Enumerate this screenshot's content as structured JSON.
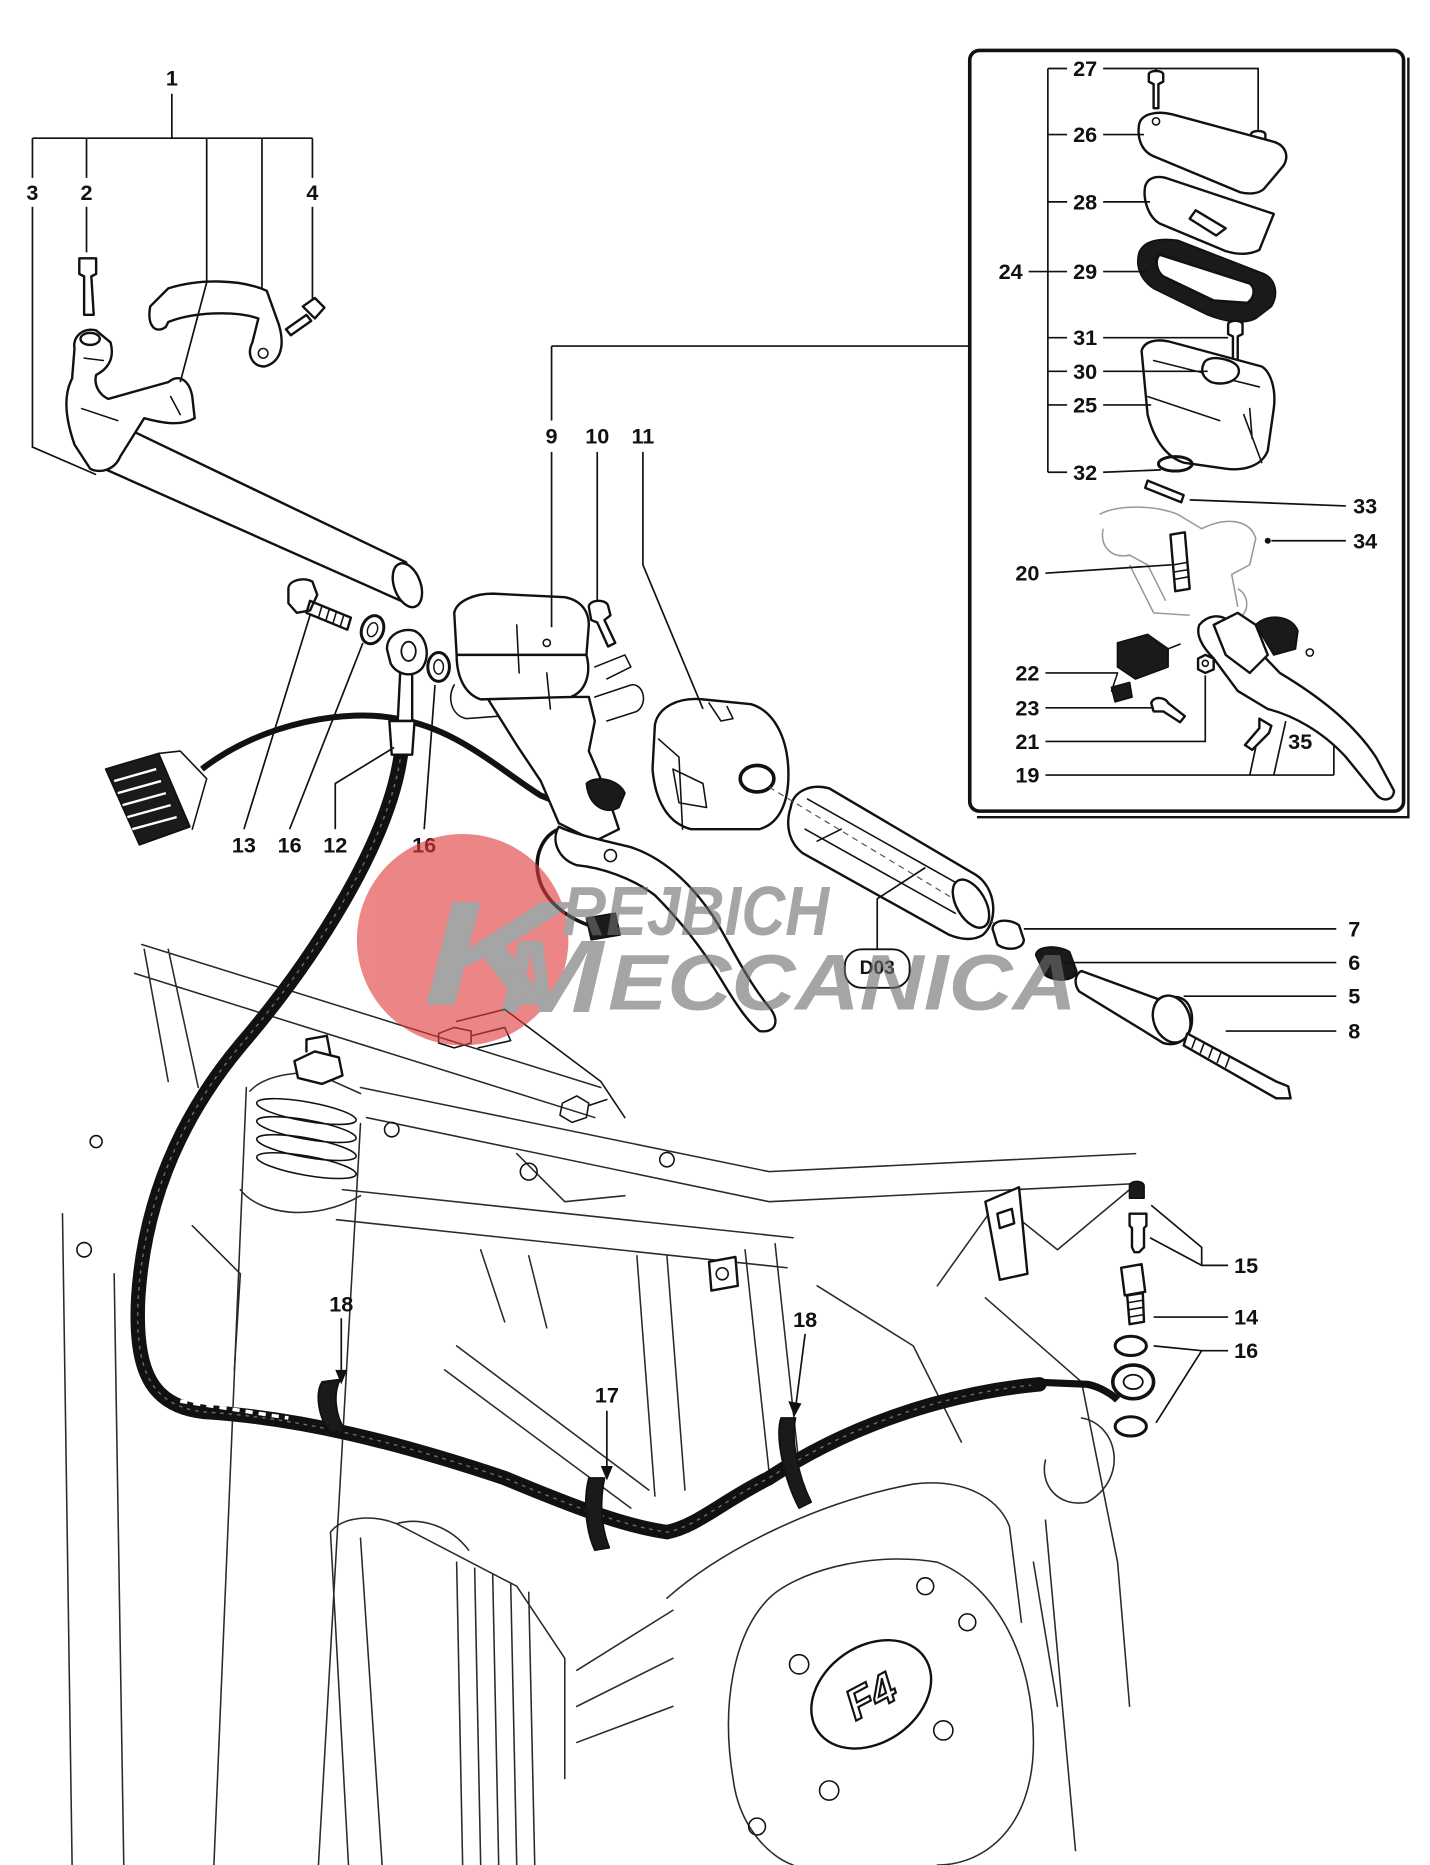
{
  "callouts": {
    "c1": "1",
    "c2": "2",
    "c3": "3",
    "c4": "4",
    "c5": "5",
    "c6": "6",
    "c7": "7",
    "c8": "8",
    "c9": "9",
    "c10": "10",
    "c11": "11",
    "c12": "12",
    "c13": "13",
    "c14": "14",
    "c15": "15",
    "c16a": "16",
    "c16b": "16",
    "c16c": "16",
    "c17": "17",
    "c18a": "18",
    "c18b": "18",
    "c19": "19",
    "c20": "20",
    "c21": "21",
    "c22": "22",
    "c23": "23",
    "c24": "24",
    "c25": "25",
    "c26": "26",
    "c27": "27",
    "c28": "28",
    "c29": "29",
    "c30": "30",
    "c31": "31",
    "c32": "32",
    "c33": "33",
    "c34": "34",
    "c35": "35"
  },
  "reference_tag": "D03",
  "engine_logo": "F4",
  "watermark": {
    "k": "K",
    "line1": "REJBICH",
    "m": "M",
    "line2": "ECCANICA",
    "circle_color": "#e23b3b",
    "letter_color": "#6f6f6f"
  }
}
